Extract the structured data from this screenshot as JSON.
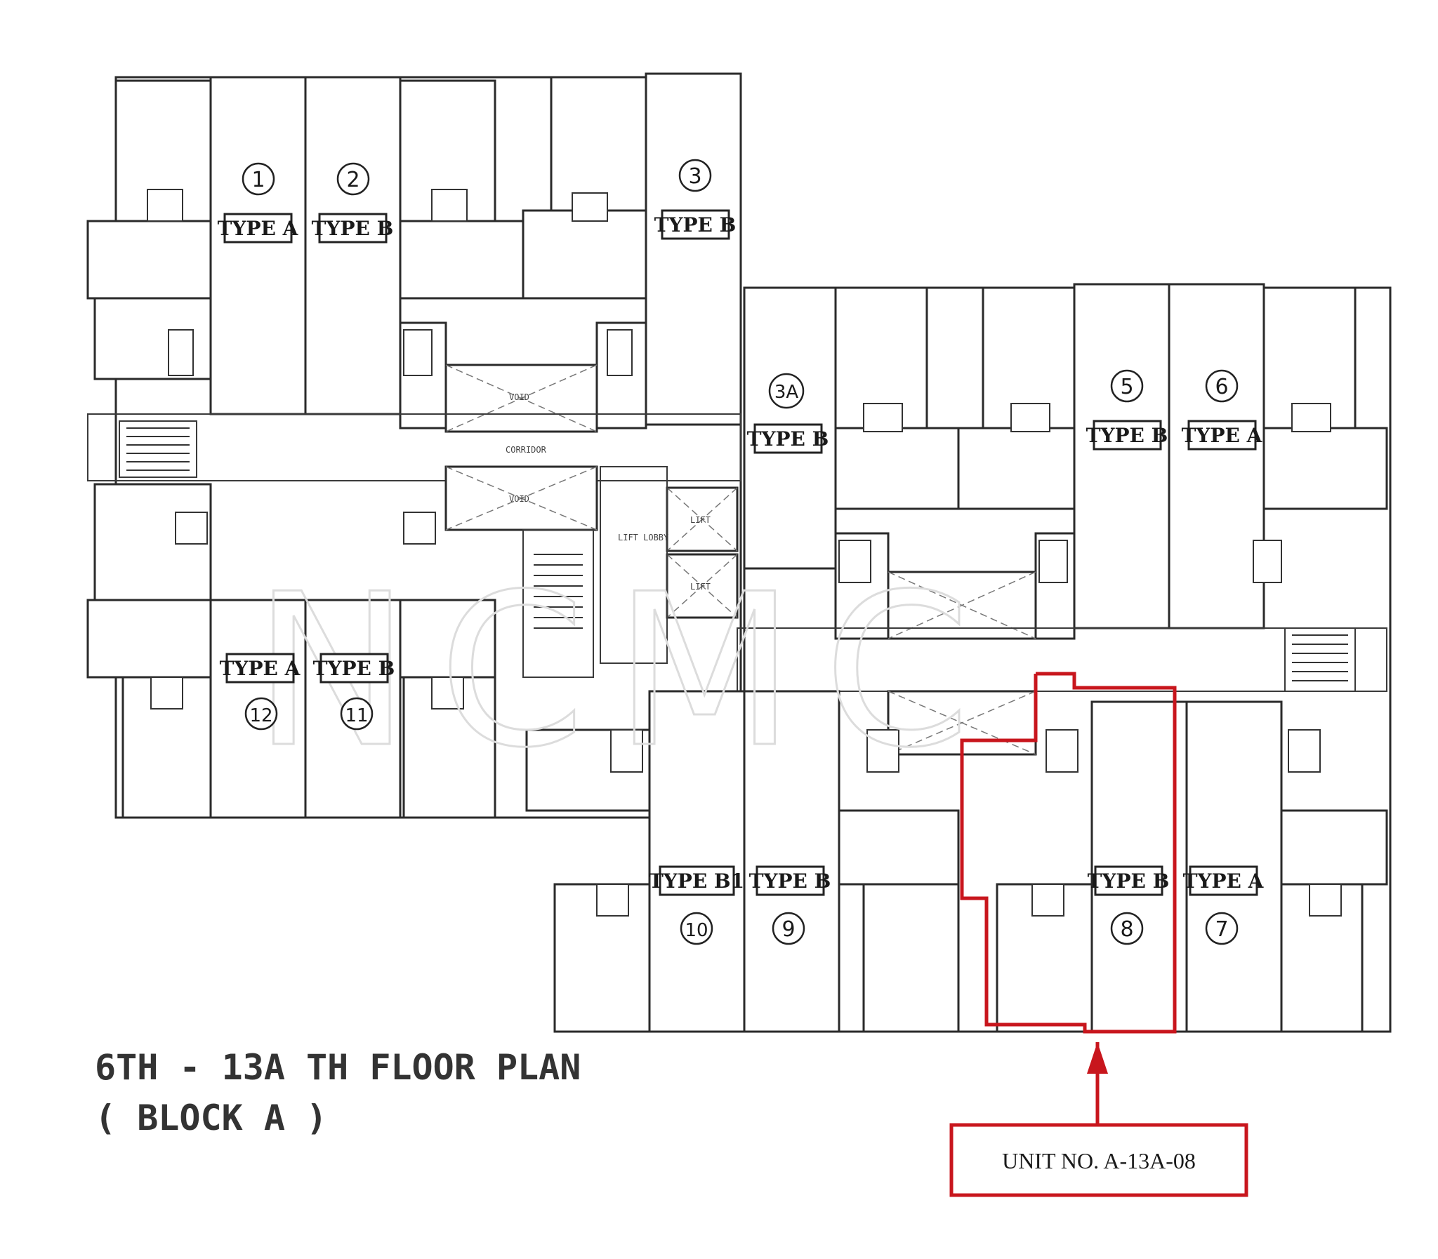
{
  "plan": {
    "title_line1": "6TH - 13A TH FLOOR PLAN",
    "title_line2": "( BLOCK A )",
    "watermark": "NCMC",
    "units": [
      {
        "id": "u1",
        "number": "1",
        "type": "TYPE A"
      },
      {
        "id": "u2",
        "number": "2",
        "type": "TYPE B"
      },
      {
        "id": "u3",
        "number": "3",
        "type": "TYPE B"
      },
      {
        "id": "u3a",
        "number": "3A",
        "type": "TYPE B"
      },
      {
        "id": "u5",
        "number": "5",
        "type": "TYPE B"
      },
      {
        "id": "u6",
        "number": "6",
        "type": "TYPE A"
      },
      {
        "id": "u7",
        "number": "7",
        "type": "TYPE A"
      },
      {
        "id": "u8",
        "number": "8",
        "type": "TYPE B"
      },
      {
        "id": "u9",
        "number": "9",
        "type": "TYPE B"
      },
      {
        "id": "u10",
        "number": "10",
        "type": "TYPE B1"
      },
      {
        "id": "u11",
        "number": "11",
        "type": "TYPE B"
      },
      {
        "id": "u12",
        "number": "12",
        "type": "TYPE A"
      }
    ],
    "small_labels": {
      "corridor": "CORRIDOR",
      "void_1": "VOID",
      "void_2": "VOID",
      "lift_1": "LIFT",
      "lift_2": "LIFT",
      "lift_lobby": "LIFT LOBBY"
    },
    "callout": {
      "text": "UNIT NO. A-13A-08",
      "highlight_color": "#c8161d"
    }
  }
}
